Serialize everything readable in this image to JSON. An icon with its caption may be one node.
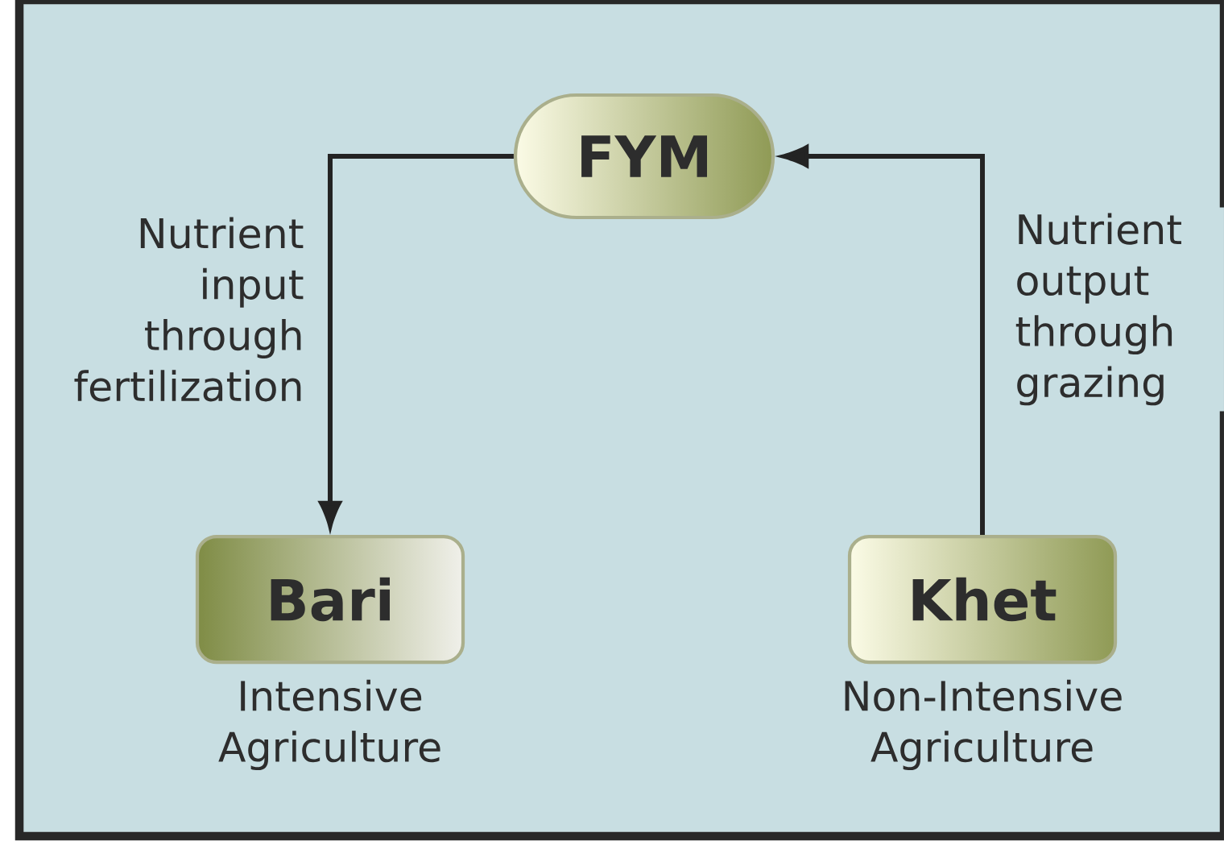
{
  "diagram": {
    "nodes": [
      {
        "text": [
          "FYM"
        ]
      },
      {
        "text": [
          "Bari"
        ],
        "beside": [
          "Intensive Agriculture"
        ]
      },
      {
        "text": [
          "Khet"
        ],
        "beside": [
          "Non-Intensive Agriculture"
        ]
      }
    ],
    "edges": [
      {
        "from": 0,
        "to": 1,
        "arrow": "to",
        "label": "Nutrient input through fertilization"
      },
      {
        "from": 2,
        "to": 0,
        "arrow": "to",
        "label": "Nutrient output through grazing"
      }
    ]
  }
}
